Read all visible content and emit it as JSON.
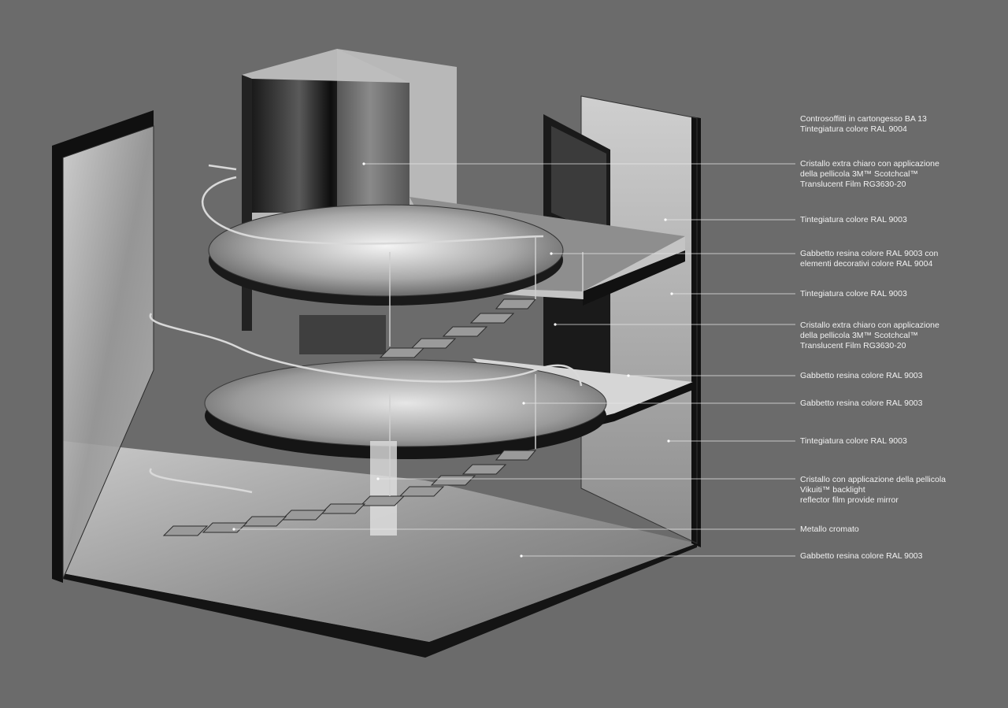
{
  "annotations": [
    {
      "lines": [
        "Controsoffitti in cartongesso BA 13",
        "Tintegiatura colore RAL 9004"
      ]
    },
    {
      "lines": [
        "Cristallo extra chiaro con applicazione",
        "della pellicola 3M™ Scotchcal™",
        "Translucent Film RG3630-20"
      ]
    },
    {
      "lines": [
        "Tintegiatura colore RAL 9003"
      ]
    },
    {
      "lines": [
        "Gabbetto resina colore RAL 9003 con",
        "elementi decorativi colore RAL 9004"
      ]
    },
    {
      "lines": [
        "Tintegiatura colore RAL 9003"
      ]
    },
    {
      "lines": [
        "Cristallo extra chiaro con applicazione",
        "della pellicola 3M™ Scotchcal™",
        "Translucent Film RG3630-20"
      ]
    },
    {
      "lines": [
        "Gabbetto resina colore RAL 9003"
      ]
    },
    {
      "lines": [
        "Gabbetto resina colore RAL 9003"
      ]
    },
    {
      "lines": [
        "Tintegiatura colore RAL 9003"
      ]
    },
    {
      "lines": [
        "Cristallo con applicazione della pellicola",
        "Vikuiti™ backlight",
        "reflector film provide mirror"
      ]
    },
    {
      "lines": [
        "Metallo cromato"
      ]
    },
    {
      "lines": [
        "Gabbetto resina colore RAL 9003"
      ]
    }
  ],
  "colors": {
    "background": "#6b6b6b",
    "leader_line": "#e6e6e6",
    "label_text": "#f2f2f2"
  }
}
